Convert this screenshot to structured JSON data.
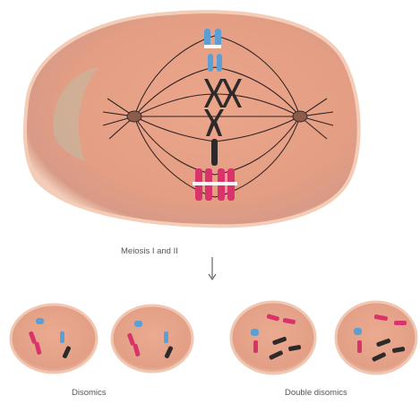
{
  "labels": {
    "process": "Meiosis I and II",
    "left_outcome": "Disomics",
    "right_outcome": "Double disomics"
  },
  "colors": {
    "cell_fill": "#e6a58c",
    "cell_edge": "#f3cdb8",
    "cell_inner_shadow": "#b7c6b0",
    "spindle": "#2f2323",
    "chromosome_blue": "#5b9fd6",
    "chromosome_black": "#2e2a2a",
    "chromosome_red": "#d9336c"
  }
}
